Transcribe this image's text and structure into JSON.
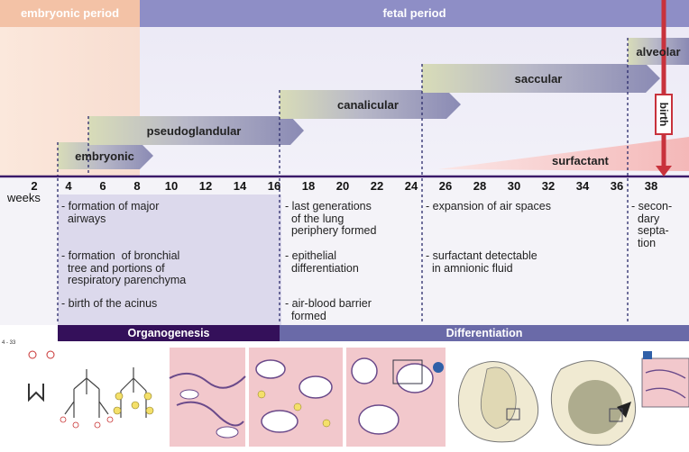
{
  "periods": {
    "embryonic": "embryonic period",
    "fetal": "fetal period"
  },
  "stages": {
    "embryonic": "embryonic",
    "pseudoglandular": "pseudoglandular",
    "canalicular": "canalicular",
    "saccular": "saccular",
    "alveolar": "alveolar"
  },
  "surfactant_label": "surfactant",
  "birth_label": "birth",
  "weeks_label": "weeks",
  "ticks": [
    "2",
    "4",
    "6",
    "8",
    "10",
    "12",
    "14",
    "16",
    "18",
    "20",
    "22",
    "24",
    "26",
    "28",
    "30",
    "32",
    "34",
    "36",
    "38"
  ],
  "descriptions": {
    "pseudoglandular": [
      "- formation of major\n  airways",
      "- formation  of bronchial\n  tree and portions of\n  respiratory parenchyma",
      "- birth of the acinus"
    ],
    "canalicular": [
      "- last generations\n  of the lung\n  periphery formed",
      "- epithelial\n  differentiation",
      "- air-blood barrier\n  formed"
    ],
    "saccular": [
      "- expansion of air spaces",
      "- surfactant detectable\n  in amnionic fluid"
    ],
    "alveolar": [
      "- secon-\n  dary\n  septa-\n  tion"
    ]
  },
  "phases": {
    "organogenesis": "Organogenesis",
    "differentiation": "Differentiation"
  },
  "figure_label": "4 - 33",
  "colors": {
    "embryonic_period": "#f6cdb4",
    "fetal_period": "#b4b4dc",
    "phase_band": "#34105a",
    "birth": "#c8323c"
  }
}
